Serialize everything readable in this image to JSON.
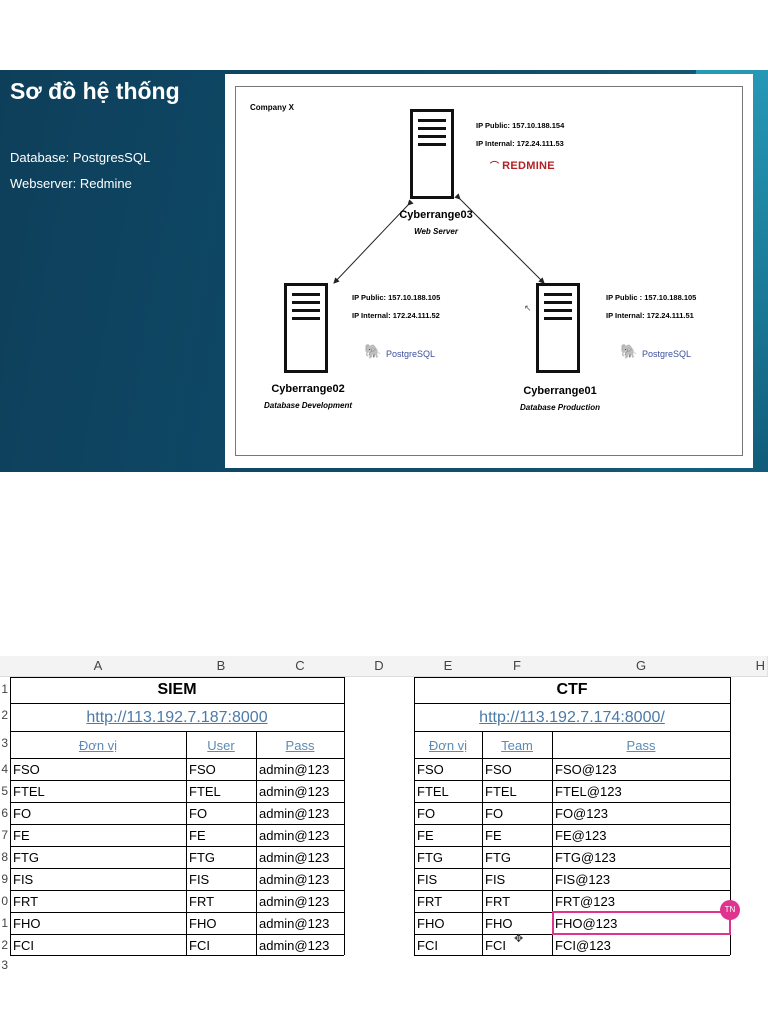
{
  "slide": {
    "title": "Sơ đồ hệ thống",
    "lines": [
      "Database: PostgresSQL",
      "Webserver: Redmine"
    ],
    "diagram": {
      "company": "Company X",
      "servers": [
        {
          "name": "Cyberrange03",
          "role": "Web Server",
          "ip_public": "IP Public: 157.10.188.154",
          "ip_internal": "IP Internal: 172.24.111.53",
          "logo": "REDMINE"
        },
        {
          "name": "Cyberrange02",
          "role": "Database Development",
          "ip_public": "IP Public: 157.10.188.105",
          "ip_internal": "IP Internal: 172.24.111.52",
          "logo": "PostgreSQL"
        },
        {
          "name": "Cyberrange01",
          "role": "Database Production",
          "ip_public": "IP Public : 157.10.188.105",
          "ip_internal": "IP Internal: 172.24.111.51",
          "logo": "PostgreSQL"
        }
      ]
    }
  },
  "sheet": {
    "columns": [
      "A",
      "B",
      "C",
      "D",
      "E",
      "F",
      "G",
      "H"
    ],
    "row_numbers": [
      "1",
      "2",
      "3",
      "4",
      "5",
      "6",
      "7",
      "8",
      "9",
      "0",
      "1",
      "2",
      "3"
    ],
    "siem": {
      "title": "SIEM",
      "url": "http://113.192.7.187:8000",
      "headers": [
        "Đơn vị",
        "User",
        "Pass"
      ],
      "rows": [
        [
          "FSO",
          "FSO",
          "admin@123"
        ],
        [
          "FTEL",
          "FTEL",
          "admin@123"
        ],
        [
          "FO",
          "FO",
          "admin@123"
        ],
        [
          "FE",
          "FE",
          "admin@123"
        ],
        [
          "FTG",
          "FTG",
          "admin@123"
        ],
        [
          "FIS",
          "FIS",
          "admin@123"
        ],
        [
          "FRT",
          "FRT",
          "admin@123"
        ],
        [
          "FHO",
          "FHO",
          "admin@123"
        ],
        [
          "FCI",
          "FCI",
          "admin@123"
        ]
      ]
    },
    "ctf": {
      "title": "CTF",
      "url": "http://113.192.7.174:8000/",
      "headers": [
        "Đơn vị",
        "Team",
        "Pass"
      ],
      "rows": [
        [
          "FSO",
          "FSO",
          "FSO@123"
        ],
        [
          "FTEL",
          "FTEL",
          "FTEL@123"
        ],
        [
          "FO",
          "FO",
          "FO@123"
        ],
        [
          "FE",
          "FE",
          "FE@123"
        ],
        [
          "FTG",
          "FTG",
          "FTG@123"
        ],
        [
          "FIS",
          "FIS",
          "FIS@123"
        ],
        [
          "FRT",
          "FRT",
          "FRT@123"
        ],
        [
          "FHO",
          "FHO",
          "FHO@123"
        ],
        [
          "FCI",
          "FCI",
          "FCI@123"
        ]
      ]
    },
    "presence_badge": "TN",
    "selection_color": "#e0338f"
  }
}
